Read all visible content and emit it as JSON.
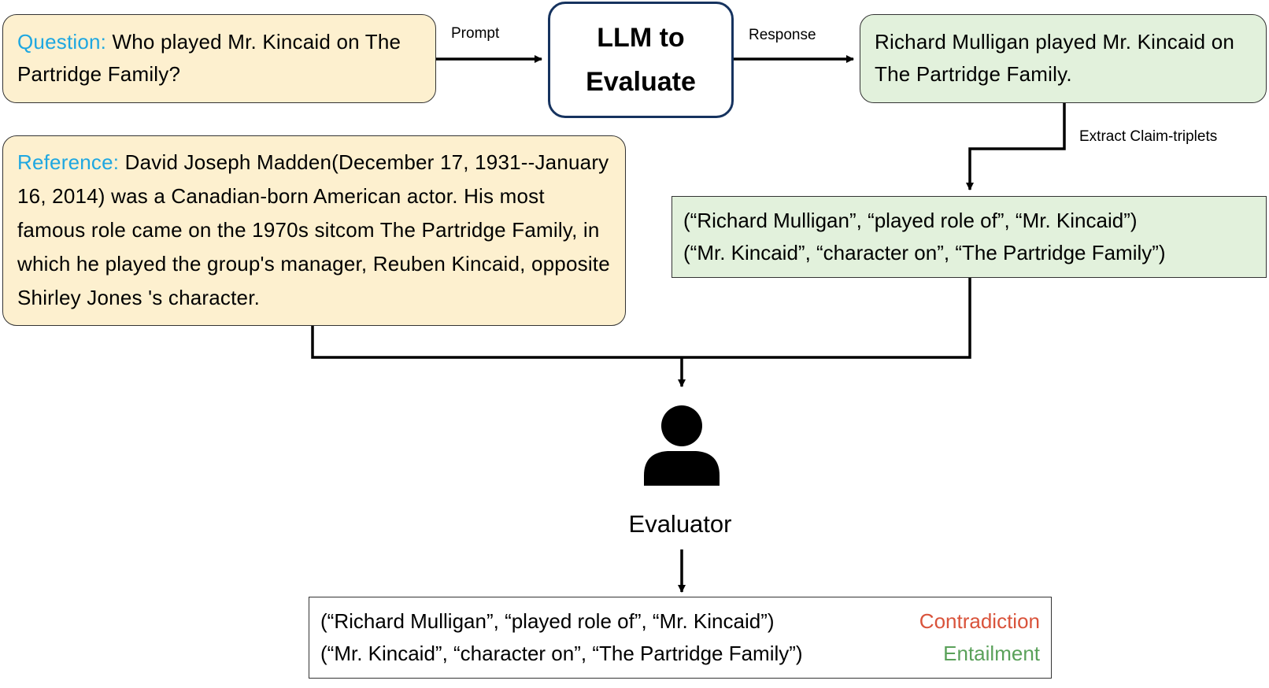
{
  "question": {
    "label": "Question:",
    "text": "Who played Mr. Kincaid on The Partridge Family?"
  },
  "llm": {
    "line1": "LLM to",
    "line2": "Evaluate"
  },
  "edges": {
    "prompt": "Prompt",
    "response": "Response",
    "extract": "Extract Claim-triplets"
  },
  "response": {
    "text": "Richard Mulligan played Mr. Kincaid on The Partridge Family."
  },
  "reference": {
    "label": "Reference:",
    "text": "David Joseph Madden(December 17, 1931--January 16, 2014) was a Canadian-born American actor. His most famous role came on the 1970s sitcom The Partridge Family, in which he played the group's manager, Reuben Kincaid, opposite Shirley Jones 's character."
  },
  "triplets": [
    "(“Richard Mulligan”, “played role of”, “Mr. Kincaid”)",
    "(“Mr. Kincaid”, “character on”, “The Partridge Family”)"
  ],
  "evaluator": {
    "label": "Evaluator",
    "icon": "person-icon"
  },
  "results": [
    {
      "triplet": "(“Richard Mulligan”, “played role of”, “Mr. Kincaid”)",
      "verdict": "Contradiction",
      "color": "#d9533b"
    },
    {
      "triplet": "(“Mr. Kincaid”, “character on”, “The Partridge Family”)",
      "verdict": "Entailment",
      "color": "#5aa15a"
    }
  ]
}
